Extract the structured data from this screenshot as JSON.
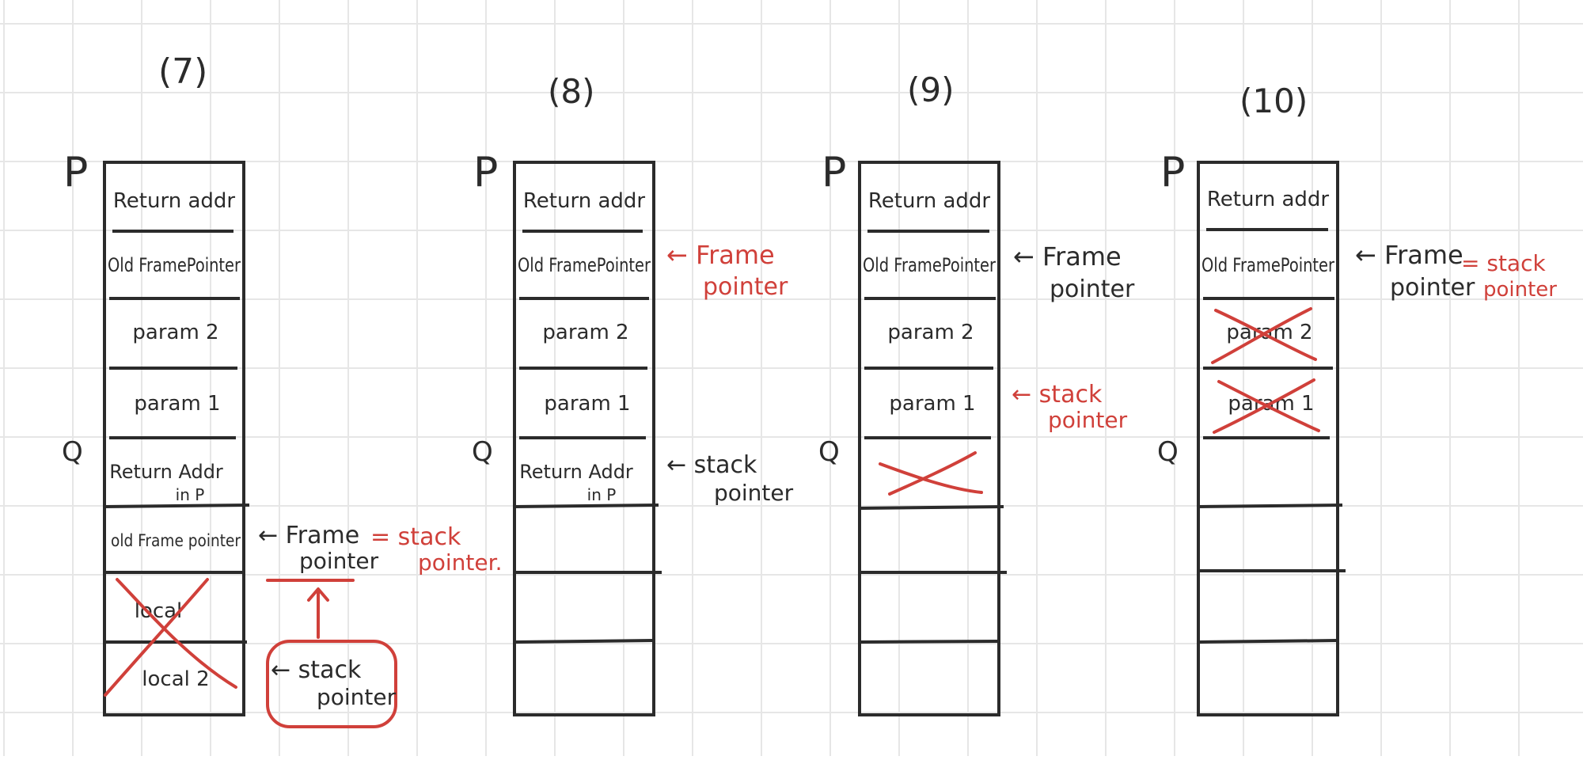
{
  "colors": {
    "ink": "#2b2b2b",
    "annotation": "#d0403a",
    "grid": "#e6e6e6",
    "background": "#ffffff"
  },
  "labels": {
    "p": "P",
    "q": "Q"
  },
  "panels": [
    {
      "title": "(7)",
      "cells": [
        "Return addr",
        "Old FramePointer",
        "param 2",
        "param 1",
        "Return Addr",
        "old Frame pointer",
        "local",
        "local 2"
      ],
      "sublabel": "in P",
      "crossed": [
        6,
        7
      ],
      "pointers": [
        {
          "text": "← Frame",
          "color": "ink"
        },
        {
          "text": "pointer",
          "color": "ink"
        },
        {
          "text": "= stack",
          "color": "annotation"
        },
        {
          "text": "pointer.",
          "color": "annotation"
        },
        {
          "text": "← stack",
          "color": "ink"
        },
        {
          "text": "pointer",
          "color": "ink"
        }
      ]
    },
    {
      "title": "(8)",
      "cells": [
        "Return addr",
        "Old FramePointer",
        "param 2",
        "param 1",
        "Return Addr",
        "",
        "",
        ""
      ],
      "sublabel": "in P",
      "crossed": [],
      "pointers": [
        {
          "text": "← Frame",
          "color": "annotation"
        },
        {
          "text": "pointer",
          "color": "annotation"
        },
        {
          "text": "← stack",
          "color": "ink"
        },
        {
          "text": "pointer",
          "color": "ink"
        }
      ]
    },
    {
      "title": "(9)",
      "cells": [
        "Return addr",
        "Old FramePointer",
        "param 2",
        "param 1",
        "",
        "",
        "",
        ""
      ],
      "sublabel": "",
      "crossed": [
        4
      ],
      "pointers": [
        {
          "text": "← Frame",
          "color": "ink"
        },
        {
          "text": "pointer",
          "color": "ink"
        },
        {
          "text": "← stack",
          "color": "annotation"
        },
        {
          "text": "pointer",
          "color": "annotation"
        }
      ]
    },
    {
      "title": "(10)",
      "cells": [
        "Return addr",
        "Old FramePointer",
        "param 2",
        "param 1",
        "",
        "",
        "",
        ""
      ],
      "sublabel": "",
      "crossed": [
        2,
        3
      ],
      "pointers": [
        {
          "text": "← Frame",
          "color": "ink"
        },
        {
          "text": "pointer",
          "color": "ink"
        },
        {
          "text": "= stack",
          "color": "annotation"
        },
        {
          "text": "pointer",
          "color": "annotation"
        }
      ]
    }
  ]
}
